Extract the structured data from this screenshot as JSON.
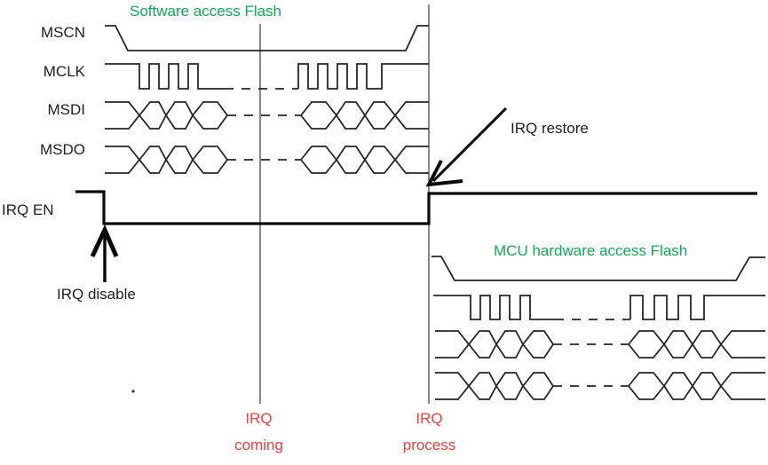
{
  "titles": {
    "software_access": "Software access Flash",
    "mcu_access": "MCU hardware access Flash"
  },
  "signal_labels": {
    "mscn": "MSCN",
    "mclk": "MCLK",
    "msdi": "MSDI",
    "msdo": "MSDO",
    "irq_en": "IRQ EN"
  },
  "annotations": {
    "irq_restore": "IRQ restore",
    "irq_disable": "IRQ disable",
    "irq_coming": {
      "line1": "IRQ",
      "line2": "coming"
    },
    "irq_process": {
      "line1": "IRQ",
      "line2": "process"
    }
  },
  "colors": {
    "waveform_line": "#262626",
    "irq_en_line": "#0a0a0a",
    "accent_green": "#0eab54",
    "accent_red": "#f83b3b"
  }
}
